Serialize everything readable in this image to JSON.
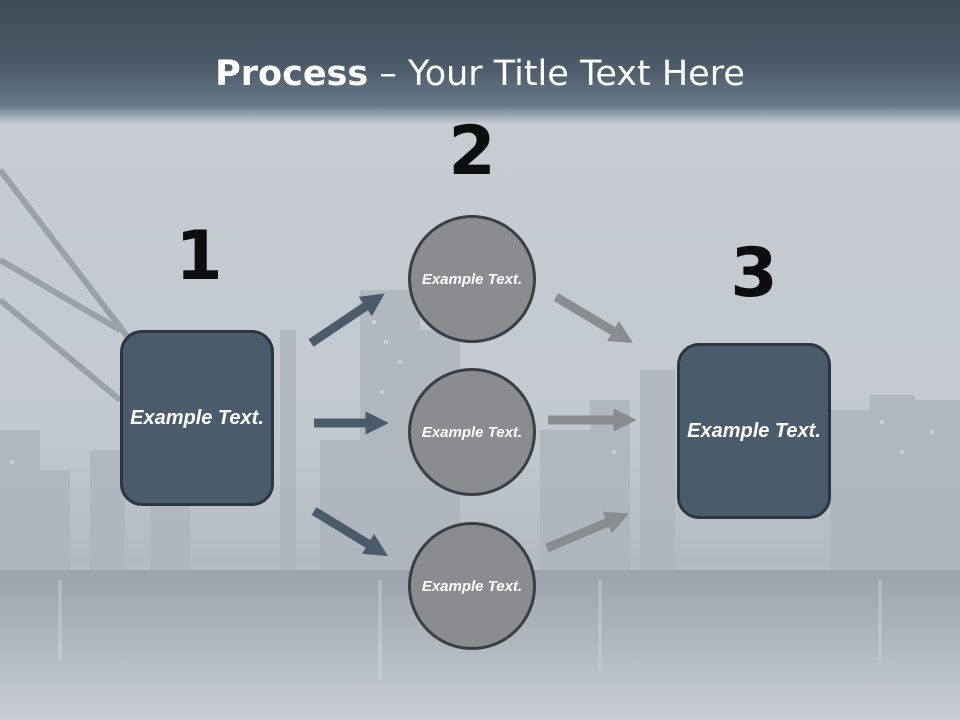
{
  "slide": {
    "title_bold": "Process",
    "title_rest": " – Your Title Text Here"
  },
  "steps": {
    "step1_number": "1",
    "step2_number": "2",
    "step3_number": "3"
  },
  "boxes": {
    "left_text": "Example Text.",
    "right_text": "Example Text."
  },
  "circles": {
    "top_text": "Example Text.",
    "middle_text": "Example Text.",
    "bottom_text": "Example Text."
  },
  "colors": {
    "title_band": "#4c5c6a",
    "box_fill": "#4a5c6c",
    "circle_fill": "#8a8c8f",
    "left_arrows": "#4a5c6c",
    "right_arrows": "#8a8c8f"
  }
}
